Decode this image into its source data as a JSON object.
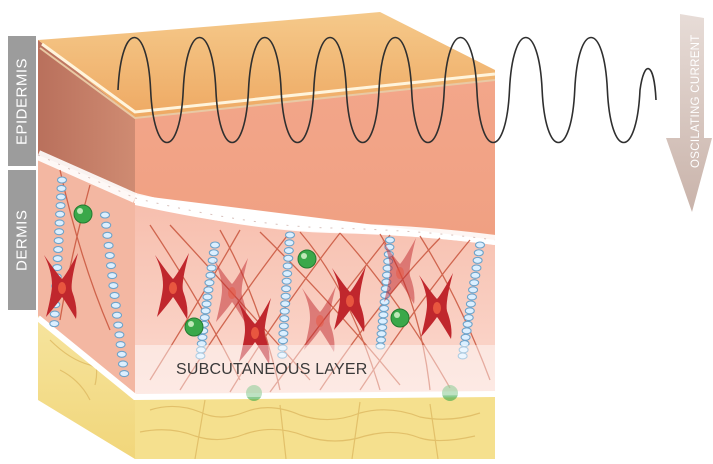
{
  "labels": {
    "epidermis": "EPIDERMIS",
    "dermis": "DERMIS",
    "subcutaneous": "SUBCUTANEOUS LAYER",
    "current": "OSCILATING CURRENT"
  },
  "colors": {
    "label_bg": "#9c9c9c",
    "arrow": "#d4c4be",
    "epidermis_top": "#f2b872",
    "epidermis_side": "#f0a58c",
    "dermis": "#f7c9bc",
    "subcutaneous": "#f3dd8a",
    "fibroblast": "#c0272d",
    "cell_green": "#3aa84a",
    "wave": "#2f2f2f"
  }
}
